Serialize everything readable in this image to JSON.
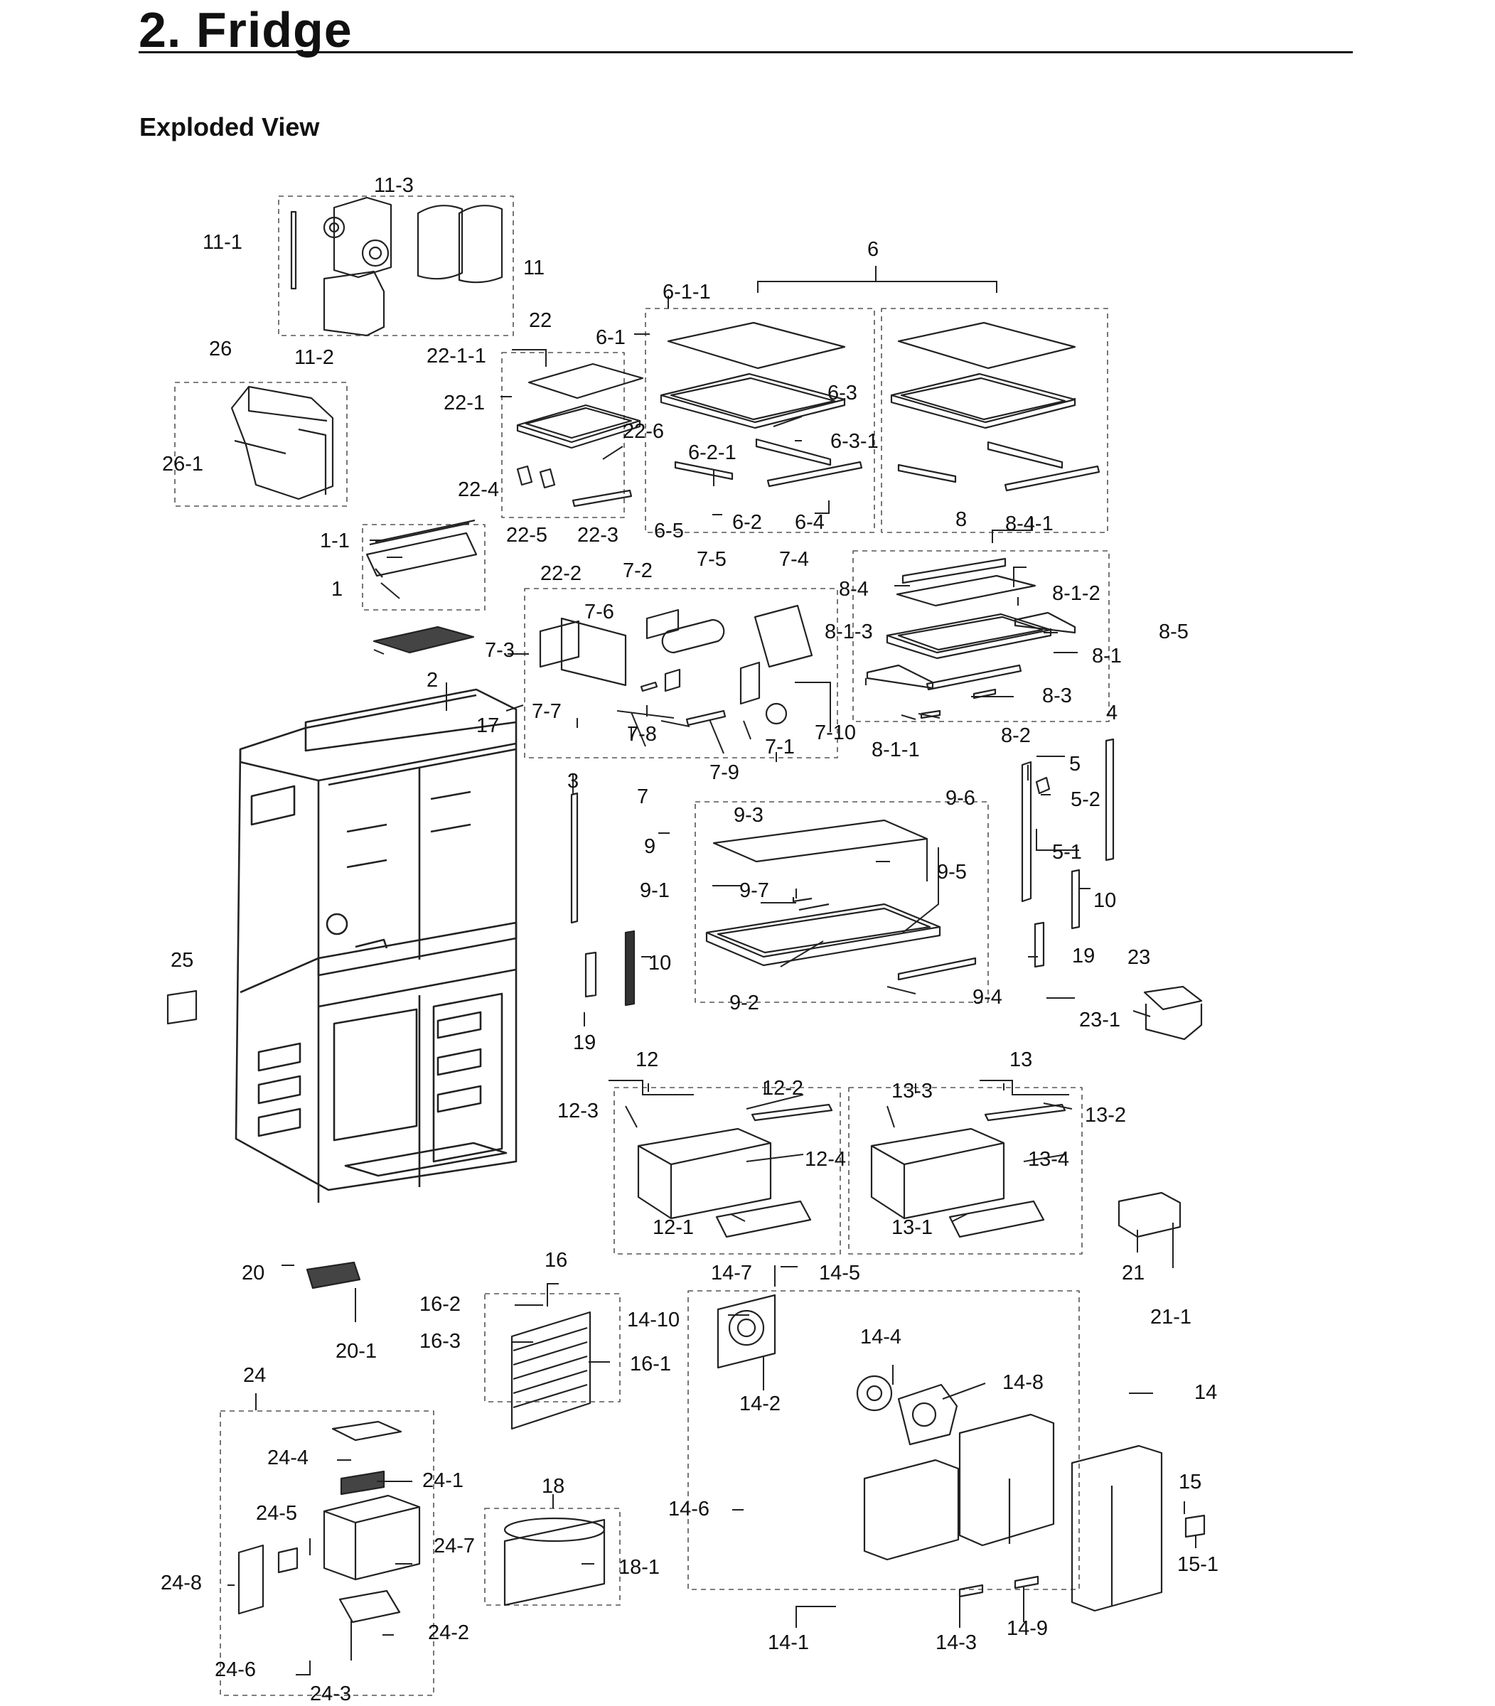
{
  "header": {
    "title": "2.  Fridge",
    "subtitle": "Exploded View"
  },
  "parts": [
    "1",
    "1-1",
    "2",
    "3",
    "4",
    "5",
    "5-1",
    "5-2",
    "6",
    "6-1",
    "6-1-1",
    "6-2",
    "6-2-1",
    "6-3",
    "6-3-1",
    "6-4",
    "6-5",
    "7",
    "7-1",
    "7-2",
    "7-3",
    "7-4",
    "7-5",
    "7-6",
    "7-7",
    "7-8",
    "7-9",
    "7-10",
    "8",
    "8-1",
    "8-1-1",
    "8-1-2",
    "8-1-3",
    "8-2",
    "8-3",
    "8-4",
    "8-4-1",
    "8-5",
    "9",
    "9-1",
    "9-2",
    "9-3",
    "9-4",
    "9-5",
    "9-6",
    "9-7",
    "10",
    "10",
    "11",
    "11-1",
    "11-2",
    "11-3",
    "12",
    "12-1",
    "12-2",
    "12-3",
    "12-4",
    "13",
    "13-1",
    "13-2",
    "13-3",
    "13-4",
    "14",
    "14-1",
    "14-2",
    "14-3",
    "14-4",
    "14-5",
    "14-6",
    "14-7",
    "14-8",
    "14-9",
    "14-10",
    "15",
    "15-1",
    "16",
    "16-1",
    "16-2",
    "16-3",
    "17",
    "18",
    "18-1",
    "19",
    "19",
    "20",
    "20-1",
    "21",
    "21-1",
    "22",
    "22-1",
    "22-1-1",
    "22-2",
    "22-3",
    "22-4",
    "22-5",
    "22-6",
    "23",
    "23-1",
    "24",
    "24-1",
    "24-2",
    "24-3",
    "24-4",
    "24-5",
    "24-6",
    "24-7",
    "24-8",
    "25",
    "26",
    "26-1"
  ]
}
